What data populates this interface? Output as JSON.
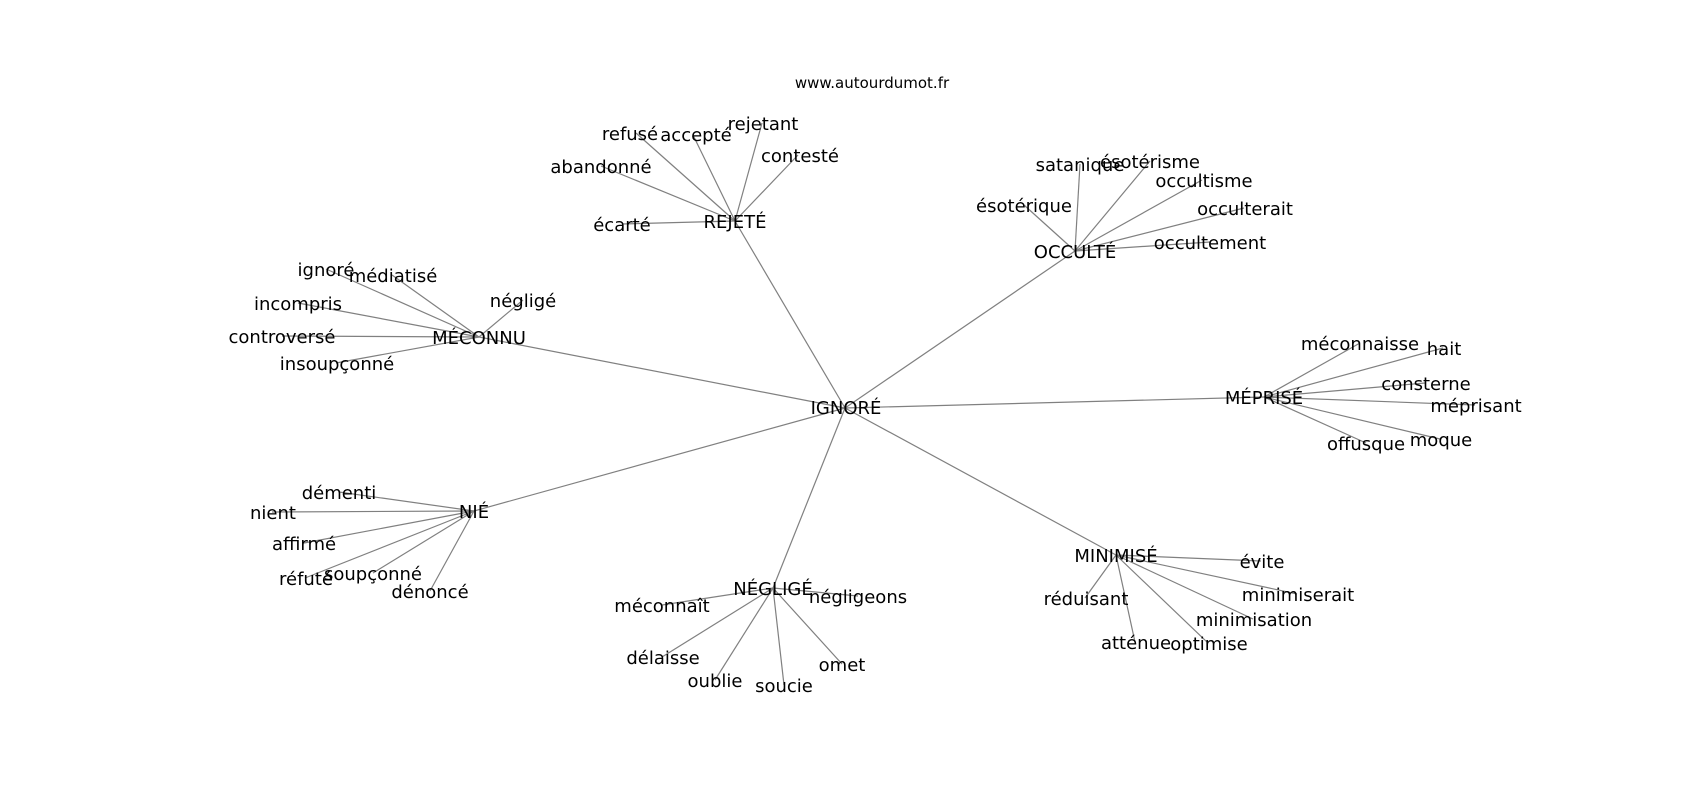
{
  "source": "www.autourdumot.fr",
  "root": "IGNORÉ",
  "clusters": [
    {
      "hub": "REJETÉ",
      "leaves": [
        "refusé",
        "accepté",
        "rejetant",
        "contesté",
        "abandonné",
        "écarté"
      ]
    },
    {
      "hub": "OCCULTÉ",
      "leaves": [
        "satanique",
        "ésotérisme",
        "occultisme",
        "occulterait",
        "ésotérique",
        "occultement"
      ]
    },
    {
      "hub": "MÉCONNU",
      "leaves": [
        "ignoré",
        "médiatisé",
        "incompris",
        "négligé",
        "controversé",
        "insoupçonné"
      ]
    },
    {
      "hub": "MÉPRISÉ",
      "leaves": [
        "méconnaisse",
        "hait",
        "consterne",
        "méprisant",
        "offusque",
        "moque"
      ]
    },
    {
      "hub": "NIÉ",
      "leaves": [
        "démenti",
        "nient",
        "affirmé",
        "réfuté",
        "soupçonné",
        "dénoncé"
      ]
    },
    {
      "hub": "NÉGLIGÉ",
      "leaves": [
        "méconnaît",
        "négligeons",
        "délaisse",
        "oublie",
        "soucie",
        "omet"
      ]
    },
    {
      "hub": "MINIMISÉ",
      "leaves": [
        "évite",
        "réduisant",
        "minimiserait",
        "minimisation",
        "atténue",
        "optimise"
      ]
    }
  ]
}
